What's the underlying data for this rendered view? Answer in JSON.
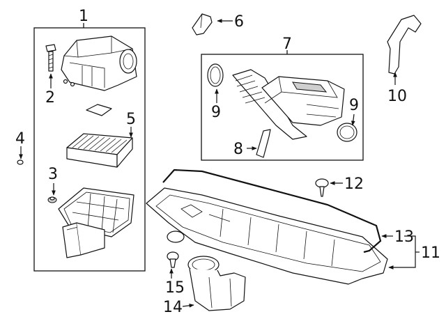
{
  "diagram": {
    "callouts": [
      "1",
      "2",
      "3",
      "4",
      "5",
      "6",
      "7",
      "8",
      "9",
      "9",
      "10",
      "11",
      "12",
      "13",
      "14",
      "15"
    ]
  }
}
